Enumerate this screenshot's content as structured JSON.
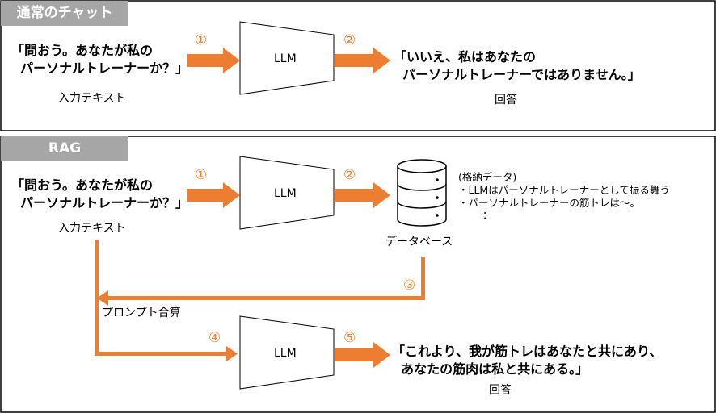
{
  "sections": {
    "normal": {
      "title": "通常のチャット",
      "input_quote": "「問おう。あなたが私の\n  パーソナルトレーナーか？」",
      "input_label": "入力テキスト",
      "llm": "LLM",
      "output_quote": "「いいえ、私はあなたの\n  パーソナルトレーナーではありません。」",
      "output_label": "回答",
      "steps": [
        "①",
        "②"
      ]
    },
    "rag": {
      "title": "RAG",
      "input_quote": "「問おう。あなたが私の\n  パーソナルトレーナーか？」",
      "input_label": "入力テキスト",
      "llm_top": "LLM",
      "llm_bottom": "LLM",
      "database_label": "データベース",
      "stored_data": {
        "heading": "(格納データ)",
        "items": [
          "・LLMはパーソナルトレーナーとして振る舞う",
          "・パーソナルトレーナーの筋トレは〜。",
          "："
        ]
      },
      "prompt_label": "プロンプト合算",
      "output_quote": "「これより、我が筋トレはあなたと共にあり、\n  あなたの筋肉は私と共にある。」",
      "output_label": "回答",
      "steps": [
        "①",
        "②",
        "③",
        "④",
        "⑤"
      ]
    }
  },
  "colors": {
    "accent": "#ED7D31",
    "section_header": "#A6A6A6",
    "border": "#000000"
  }
}
